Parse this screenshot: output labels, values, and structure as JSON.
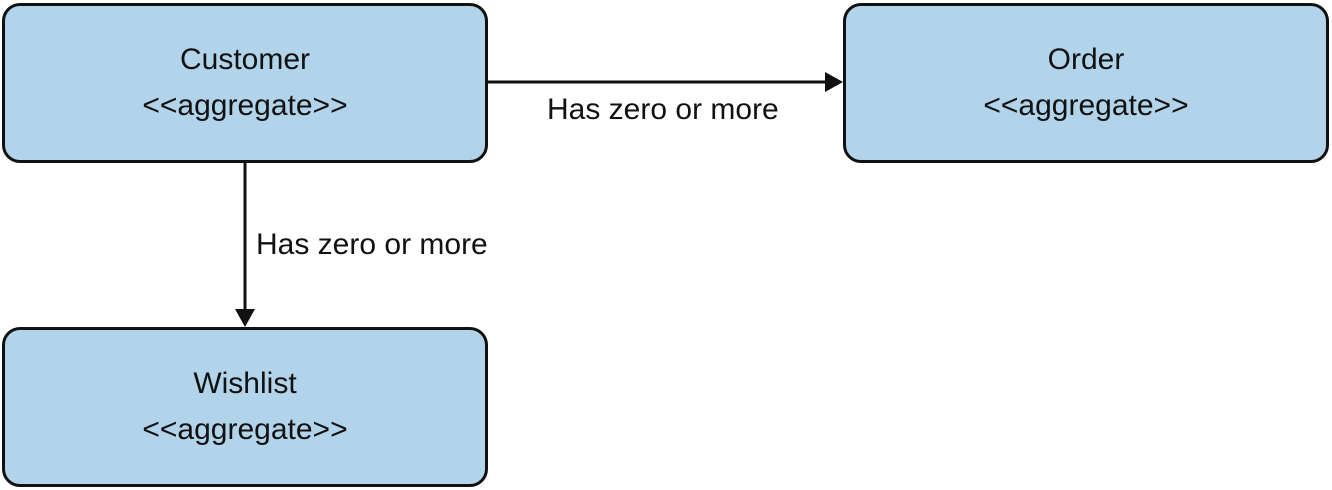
{
  "colors": {
    "node_fill": "#b1d4ea",
    "border": "#111111",
    "text": "#111111"
  },
  "nodes": {
    "customer": {
      "name": "Customer",
      "stereotype": "<<aggregate>>"
    },
    "order": {
      "name": "Order",
      "stereotype": "<<aggregate>>"
    },
    "wishlist": {
      "name": "Wishlist",
      "stereotype": "<<aggregate>>"
    }
  },
  "edges": {
    "customer_order": {
      "label": "Has zero or more"
    },
    "customer_wishlist": {
      "label": "Has zero or more"
    }
  }
}
